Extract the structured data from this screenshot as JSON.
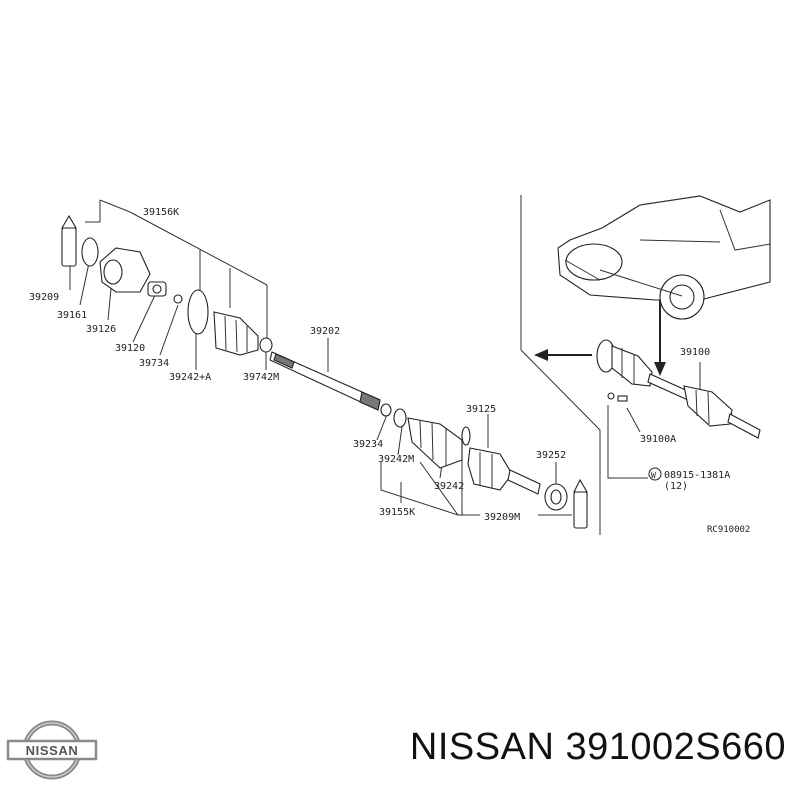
{
  "diagram": {
    "labels": {
      "p39156K": "39156K",
      "p39209": "39209",
      "p39161": "39161",
      "p39126": "39126",
      "p39120": "39120",
      "p39734": "39734",
      "p39242A": "39242+A",
      "p39742M": "39742M",
      "p39202": "39202",
      "p39234": "39234",
      "p39242M": "39242M",
      "p39242": "39242",
      "p39125": "39125",
      "p39252": "39252",
      "p39155K": "39155K",
      "p39209M": "39209M",
      "p39100": "39100",
      "p39100A": "39100A",
      "p08915": "08915-1381A",
      "qty": "(12)",
      "washer_mark": "W",
      "ref_code": "RC910002"
    }
  },
  "brand": {
    "logo_text": "NISSAN",
    "title": "NISSAN 391002S660"
  }
}
